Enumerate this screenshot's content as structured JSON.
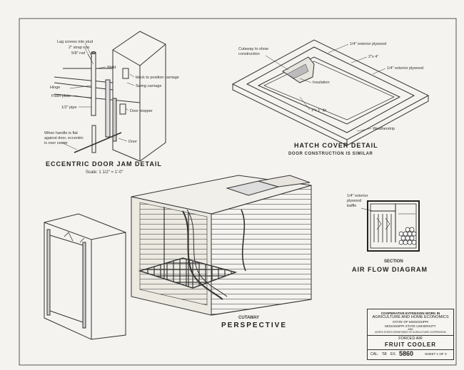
{
  "door_jam": {
    "labels": {
      "lag_screws": "Lag screws into stud",
      "strap_iron": "2\" strap iron",
      "rod": "5/8\" rod",
      "weld": "Weld",
      "stop_block": "block to position carriage",
      "hinge": "Hinge",
      "flush_plate": "Flush plate",
      "pipe": "1/2\" pipe",
      "carriage": "Swing carriage",
      "door_stopper": "Door stopper",
      "door": "Door",
      "handle_note_1": "When handle is flat",
      "handle_note_2": "against door, eccentric",
      "handle_note_3": "is over center"
    },
    "title": "ECCENTRIC DOOR JAM DETAIL",
    "scale": "Scale: 1 1/2\" = 1'-0\""
  },
  "hatch": {
    "labels": {
      "cutaway_note_1": "Cutaway to show",
      "cutaway_note_2": "construction",
      "plywood_top": "1/4\" exterior plywood",
      "frame": "2\"x 4\"",
      "plywood_side": "1/4\" exterior plywood",
      "insulation": "Insulation",
      "lip": "1\"x 1\" lip",
      "weatherstrip": "Weatherstrip"
    },
    "title": "HATCH COVER DETAIL",
    "subtitle": "DOOR CONSTRUCTION IS SIMILAR"
  },
  "airflow": {
    "labels": {
      "baffle_1": "1/4\" exterior",
      "baffle_2": "plywood",
      "baffle_3": "baffle"
    },
    "section": "SECTION",
    "title": "AIR FLOW DIAGRAM"
  },
  "perspective": {
    "caption": "CUTAWAY",
    "title": "PERSPECTIVE"
  },
  "title_block": {
    "line1": "COOPERATIVE EXTENSION WORK IN",
    "line2": "AGRICULTURE AND HOME ECONOMICS",
    "line3": "STATE OF MISSISSIPPI",
    "line4": "MISSISSIPPI STATE UNIVERSITY",
    "line5": "AND",
    "line6": "UNITED STATES DEPARTMENT OF AGRICULTURE COOPERATING",
    "sub_title": "FORCED AIR",
    "main_title": "FRUIT COOLER",
    "cal": "CAL.",
    "year": "'58",
    "ex_label": "EX.",
    "ex_number": "5860",
    "sheet": "SHEET 1 OF 3"
  }
}
